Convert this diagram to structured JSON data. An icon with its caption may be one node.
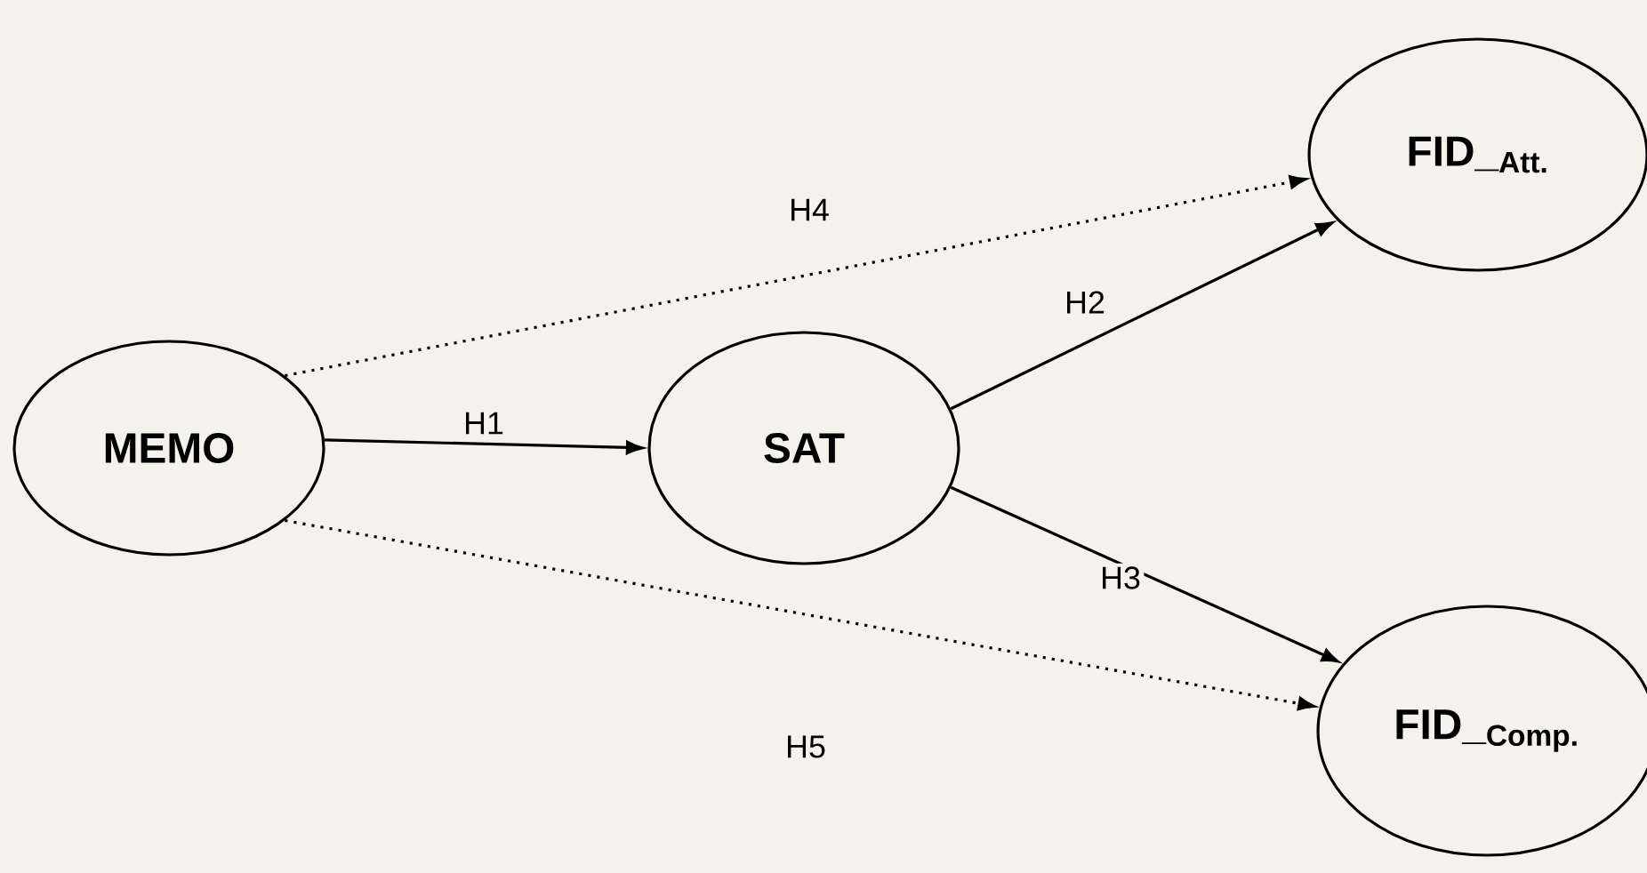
{
  "diagram": {
    "nodes": [
      {
        "text": [
          "MEMO"
        ]
      },
      {
        "text": [
          "SAT"
        ]
      },
      {
        "text": [
          "FID_$_{Att.}$"
        ]
      },
      {
        "text": [
          "FID_$_{Comp.}$"
        ]
      }
    ],
    "edges": [
      {
        "from": 0,
        "to": 1,
        "arrow": "to",
        "label": "H1"
      },
      {
        "from": 1,
        "to": 2,
        "arrow": "to",
        "label": "H2"
      },
      {
        "from": 1,
        "to": 3,
        "arrow": "to",
        "label": "H3"
      },
      {
        "from": 0,
        "to": 2,
        "arrow": "to",
        "label": "H4",
        "style": "dashed"
      },
      {
        "from": 0,
        "to": 3,
        "arrow": "to",
        "label": "H5",
        "style": "dashed"
      }
    ]
  }
}
